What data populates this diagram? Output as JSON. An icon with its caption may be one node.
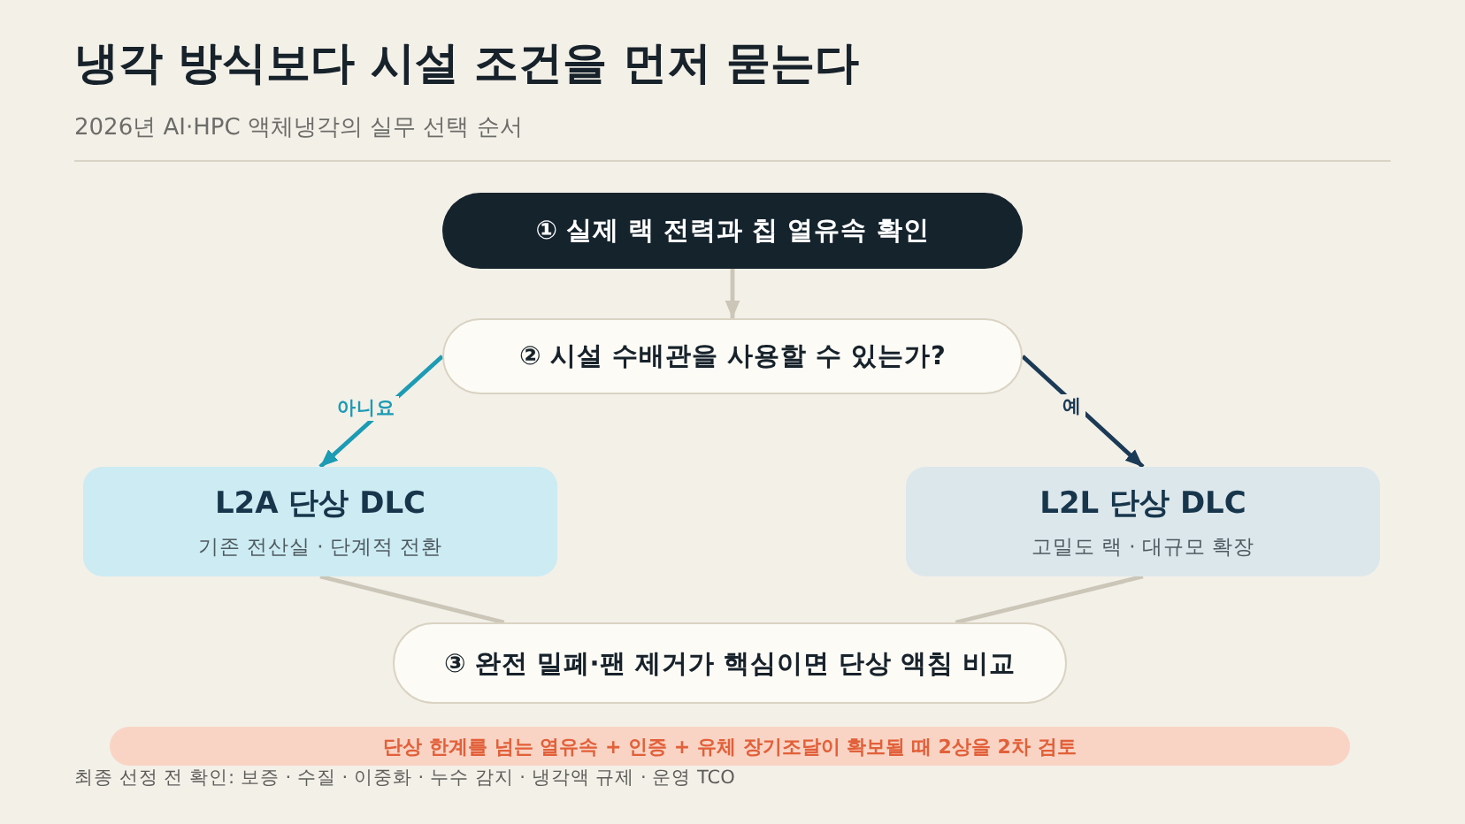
{
  "diagram": {
    "title": "냉각 방식보다 시설 조건을 먼저 묻는다",
    "nodes": [
      {
        "text": [
          "① 실제 랙 전력과 칩 열유속 확인"
        ]
      },
      {
        "text": [
          "② 시설 수배관을 사용할 수 있는가?"
        ]
      },
      {
        "text": [
          "L2A 단상 DLC",
          "기존 전산실 · 단계적 전환"
        ]
      },
      {
        "text": [
          "L2L 단상 DLC",
          "고밀도 랙 · 대규모 확장"
        ]
      },
      {
        "text": [
          "③ 완전 밀폐·팬 제거가 핵심이면 단상 액침 비교"
        ]
      },
      {
        "text": [
          "단상 한계를 넘는 열유속 + 인증 + 유체 장기조달이 확보될 때 2상을 2차 검토"
        ]
      }
    ],
    "edges": [
      {
        "from": 0,
        "to": 1,
        "arrow": "to"
      },
      {
        "from": 1,
        "to": 2,
        "arrow": "to",
        "label": "아니요",
        "color": "#1c9bb4"
      },
      {
        "from": 1,
        "to": 3,
        "arrow": "to",
        "label": "예",
        "color": "#1b3a56"
      },
      {
        "from": 2,
        "to": 4,
        "arrow": "none"
      },
      {
        "from": 3,
        "to": 4,
        "arrow": "none"
      }
    ],
    "labels": [
      "2026년 AI·HPC 액체냉각의 실무 선택 순서",
      "최종 선정 전 확인: 보증 · 수질 · 이중화 · 누수 감지 · 냉각액 규제 · 운영 TCO"
    ]
  }
}
